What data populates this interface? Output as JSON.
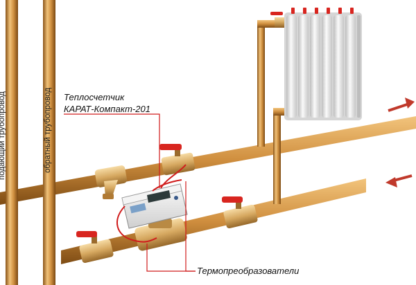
{
  "labels": {
    "supply_pipe": "подающий трубопровод",
    "return_pipe": "обратный трубопровод",
    "heat_meter_line1": "Теплосчетчик",
    "heat_meter_line2": "КАРАТ-Компакт-201",
    "sensors": "Термопреобразователи"
  },
  "icons": {
    "outgoing_arrow": "arrow-right-icon",
    "incoming_arrow": "arrow-left-icon"
  },
  "colors": {
    "pipe": "#c8893a",
    "valve_handle": "#d8251f",
    "arrow": "#c0392b",
    "callout_line": "#d01c1c",
    "radiator": "#eeeeee"
  }
}
